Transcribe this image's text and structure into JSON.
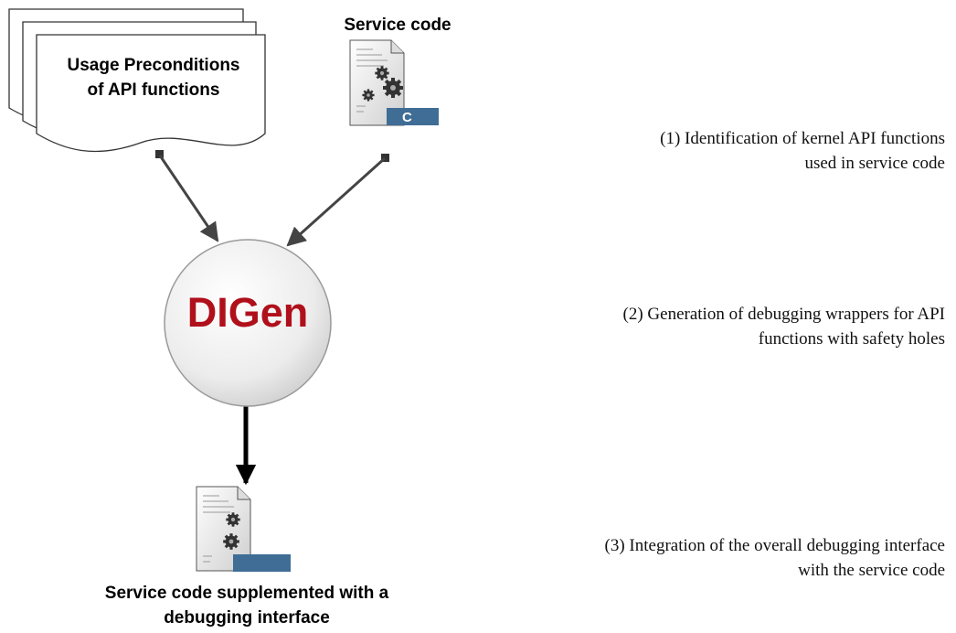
{
  "diagram": {
    "inputs": {
      "preconditions": {
        "line1": "Usage Preconditions",
        "line2": "of API functions"
      },
      "service_code": {
        "label": "Service code",
        "file_badge": "C"
      }
    },
    "tool": {
      "name": "DIGen"
    },
    "output": {
      "line1": "Service code supplemented with a",
      "line2": "debugging interface"
    },
    "steps": [
      {
        "line1": "(1) Identification of kernel API functions",
        "line2": "used in service code"
      },
      {
        "line1": "(2) Generation of debugging wrappers for API",
        "line2": "functions with safety holes"
      },
      {
        "line1": "(3) Integration of the overall debugging interface",
        "line2": "with the service code"
      }
    ],
    "colors": {
      "tool_name": "#b0101b",
      "badge": "#3f6d96",
      "arrow": "#444444"
    }
  }
}
